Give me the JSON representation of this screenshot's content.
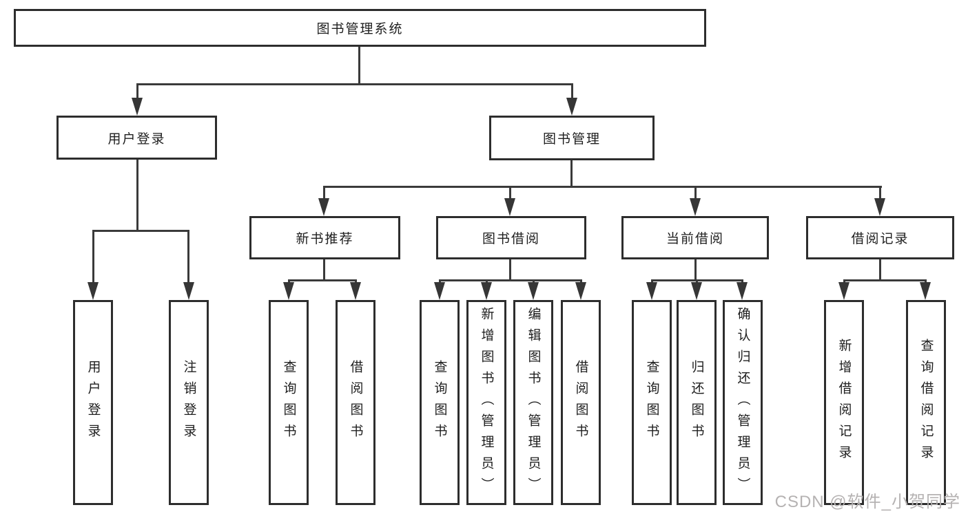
{
  "diagram": {
    "title": "图书管理系统",
    "type": "hierarchy-tree",
    "colors": {
      "background": "#ffffff",
      "box_border": "#2d2d2d",
      "connector_line": "#3a3a3a",
      "text": "#1e1e1e",
      "watermark": "#b5b2b2"
    }
  },
  "nodes": {
    "root": {
      "label": "图书管理系统"
    },
    "user_login": {
      "label": "用户登录"
    },
    "book_mgmt": {
      "label": "图书管理"
    },
    "new_book_rec": {
      "label": "新书推荐"
    },
    "book_borrow": {
      "label": "图书借阅"
    },
    "current_borrow": {
      "label": "当前借阅"
    },
    "borrow_records": {
      "label": "借阅记录"
    },
    "leaf_user_login": {
      "label": "用户登录"
    },
    "leaf_logout": {
      "label": "注销登录"
    },
    "leaf_rec_query_book": {
      "label": "查询图书"
    },
    "leaf_rec_borrow_book": {
      "label": "借阅图书"
    },
    "leaf_bb_query_book": {
      "label": "查询图书"
    },
    "leaf_bb_add_book": {
      "label": "新增图书（管理员）"
    },
    "leaf_bb_edit_book": {
      "label": "编辑图书（管理员）"
    },
    "leaf_bb_borrow_book": {
      "label": "借阅图书"
    },
    "leaf_cb_query_book": {
      "label": "查询图书"
    },
    "leaf_cb_return_book": {
      "label": "归还图书"
    },
    "leaf_cb_confirm_return": {
      "label": "确认归还（管理员）"
    },
    "leaf_br_add_record": {
      "label": "新增借阅记录"
    },
    "leaf_br_query_record": {
      "label": "查询借阅记录"
    }
  },
  "watermark": {
    "text": "CSDN @软件_小贺同学"
  }
}
